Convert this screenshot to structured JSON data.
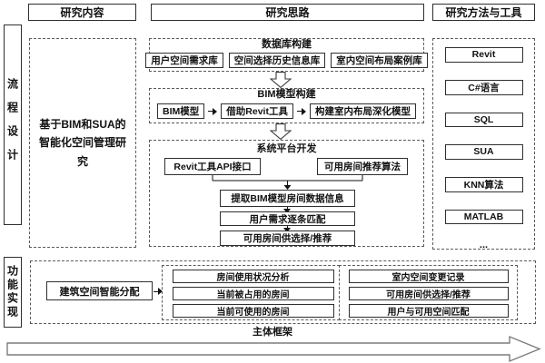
{
  "headers": {
    "content": "研究内容",
    "approach": "研究思路",
    "methods": "研究方法与工具"
  },
  "rails": {
    "process": "流程设计",
    "function": "功能实现"
  },
  "research_content": {
    "title": "基于BIM和SUA的智能化空间管理研究"
  },
  "flow": {
    "database": {
      "title": "数据库构建",
      "items": [
        "用户空间需求库",
        "空间选择历史信息库",
        "室内空间布局案例库"
      ]
    },
    "bim": {
      "title": "BIM模型构建",
      "steps": [
        "BIM模型",
        "借助Revit工具",
        "构建室内布局深化模型"
      ]
    },
    "platform": {
      "title": "系统平台开发",
      "inputs": [
        "Revit工具API接口",
        "可用房间推荐算法"
      ],
      "steps": [
        "提取BIM模型房间数据信息",
        "用户需求逐条匹配",
        "可用房间供选择/推荐"
      ]
    }
  },
  "tools": {
    "items": [
      "Revit",
      "C#语言",
      "SQL",
      "SUA",
      "KNN算法",
      "MATLAB"
    ],
    "more": "..."
  },
  "functions": {
    "source": "建筑空间智能分配",
    "group1": [
      "房间使用状况分析",
      "当前被占用的房间",
      "当前可使用的房间"
    ],
    "group2": [
      "室内空间变更记录",
      "可用房间供选择/推荐",
      "用户与可用空间匹配"
    ]
  },
  "footer": {
    "label": "主体框架"
  },
  "colors": {
    "line": "#2f2f2f",
    "dash_border": "#5a5a5a",
    "big_arrow_outline": "#7d7d7d",
    "background": "#ffffff",
    "text": "#111111"
  }
}
